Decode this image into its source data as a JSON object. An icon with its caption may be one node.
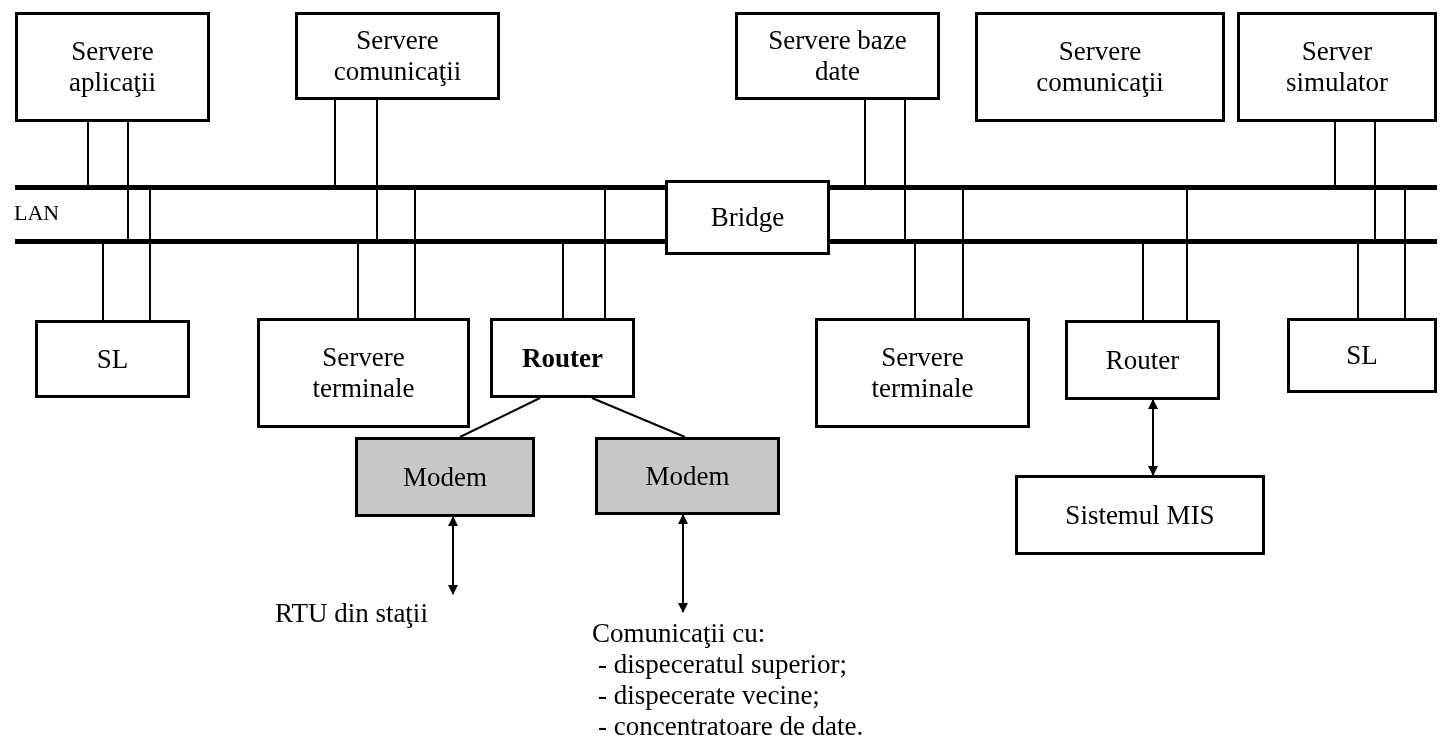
{
  "diagram": {
    "nodes": [
      {
        "text": [
          "Servere aplicaţii"
        ]
      },
      {
        "text": [
          "Servere comunicaţii"
        ]
      },
      {
        "text": [
          "Servere baze date"
        ]
      },
      {
        "text": [
          "Servere comunicaţii"
        ]
      },
      {
        "text": [
          "Server simulator"
        ]
      },
      {
        "text": [],
        "shape": "bar"
      },
      {
        "text": [],
        "shape": "bar"
      },
      {
        "text": [
          "Bridge"
        ]
      },
      {
        "text": [
          "SL"
        ]
      },
      {
        "text": [
          "Servere terminale"
        ]
      },
      {
        "text": [
          "Router"
        ]
      },
      {
        "text": [
          "Servere terminale"
        ]
      },
      {
        "text": [
          "Router"
        ]
      },
      {
        "text": [
          "SL"
        ]
      },
      {
        "text": [
          "Modem"
        ]
      },
      {
        "text": [
          "Modem"
        ]
      },
      {
        "text": [
          "Sistemul MIS"
        ]
      },
      {
        "text": [
          "RTU din staţii"
        ]
      },
      {
        "text": [
          "Comunicaţii cu:",
          "- dispeceratul superior;",
          "-  dispecerate vecine;",
          "- concentratoare de date."
        ]
      }
    ],
    "edges": [
      {
        "from": 0,
        "to": 5,
        "arrow": "none"
      },
      {
        "from": 0,
        "to": 6,
        "arrow": "none"
      },
      {
        "from": 1,
        "to": 5,
        "arrow": "none"
      },
      {
        "from": 1,
        "to": 6,
        "arrow": "none"
      },
      {
        "from": 2,
        "to": 5,
        "arrow": "none"
      },
      {
        "from": 2,
        "to": 6,
        "arrow": "none"
      },
      {
        "from": 4,
        "to": 5,
        "arrow": "none"
      },
      {
        "from": 4,
        "to": 6,
        "arrow": "none"
      },
      {
        "from": 8,
        "to": 6,
        "arrow": "none"
      },
      {
        "from": 8,
        "to": 5,
        "arrow": "none"
      },
      {
        "from": 9,
        "to": 6,
        "arrow": "none"
      },
      {
        "from": 9,
        "to": 5,
        "arrow": "none"
      },
      {
        "from": 10,
        "to": 6,
        "arrow": "none"
      },
      {
        "from": 10,
        "to": 5,
        "arrow": "none"
      },
      {
        "from": 11,
        "to": 6,
        "arrow": "none"
      },
      {
        "from": 11,
        "to": 5,
        "arrow": "none"
      },
      {
        "from": 12,
        "to": 6,
        "arrow": "none"
      },
      {
        "from": 12,
        "to": 5,
        "arrow": "none"
      },
      {
        "from": 13,
        "to": 6,
        "arrow": "none"
      },
      {
        "from": 13,
        "to": 5,
        "arrow": "none"
      },
      {
        "from": 10,
        "to": 14,
        "arrow": "none"
      },
      {
        "from": 10,
        "to": 15,
        "arrow": "none"
      },
      {
        "from": 14,
        "to": 17,
        "arrow": "both"
      },
      {
        "from": 15,
        "to": 18,
        "arrow": "both"
      },
      {
        "from": 12,
        "to": 16,
        "arrow": "both"
      }
    ],
    "labels": [
      "LAN"
    ]
  }
}
